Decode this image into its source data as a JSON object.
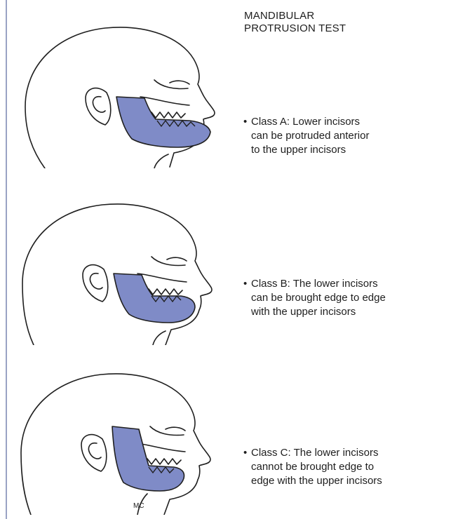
{
  "title": {
    "line1": "MANDIBULAR",
    "line2": "PROTRUSION TEST"
  },
  "bullet_symbol": "•",
  "classes": [
    {
      "lines": [
        "Class A: Lower incisors",
        "can be protruded anterior",
        "to the upper incisors"
      ]
    },
    {
      "lines": [
        "Class B: The lower incisors",
        "can be brought edge to edge",
        "with the upper incisors"
      ]
    },
    {
      "lines": [
        "Class C: The lower incisors",
        "cannot be brought edge to",
        "edge with the upper incisors"
      ]
    }
  ],
  "artist_mark": "MC",
  "colors": {
    "jaw_fill": "#7f8bc7",
    "outline": "#1f1f1f",
    "border": "#9aa3c4"
  }
}
